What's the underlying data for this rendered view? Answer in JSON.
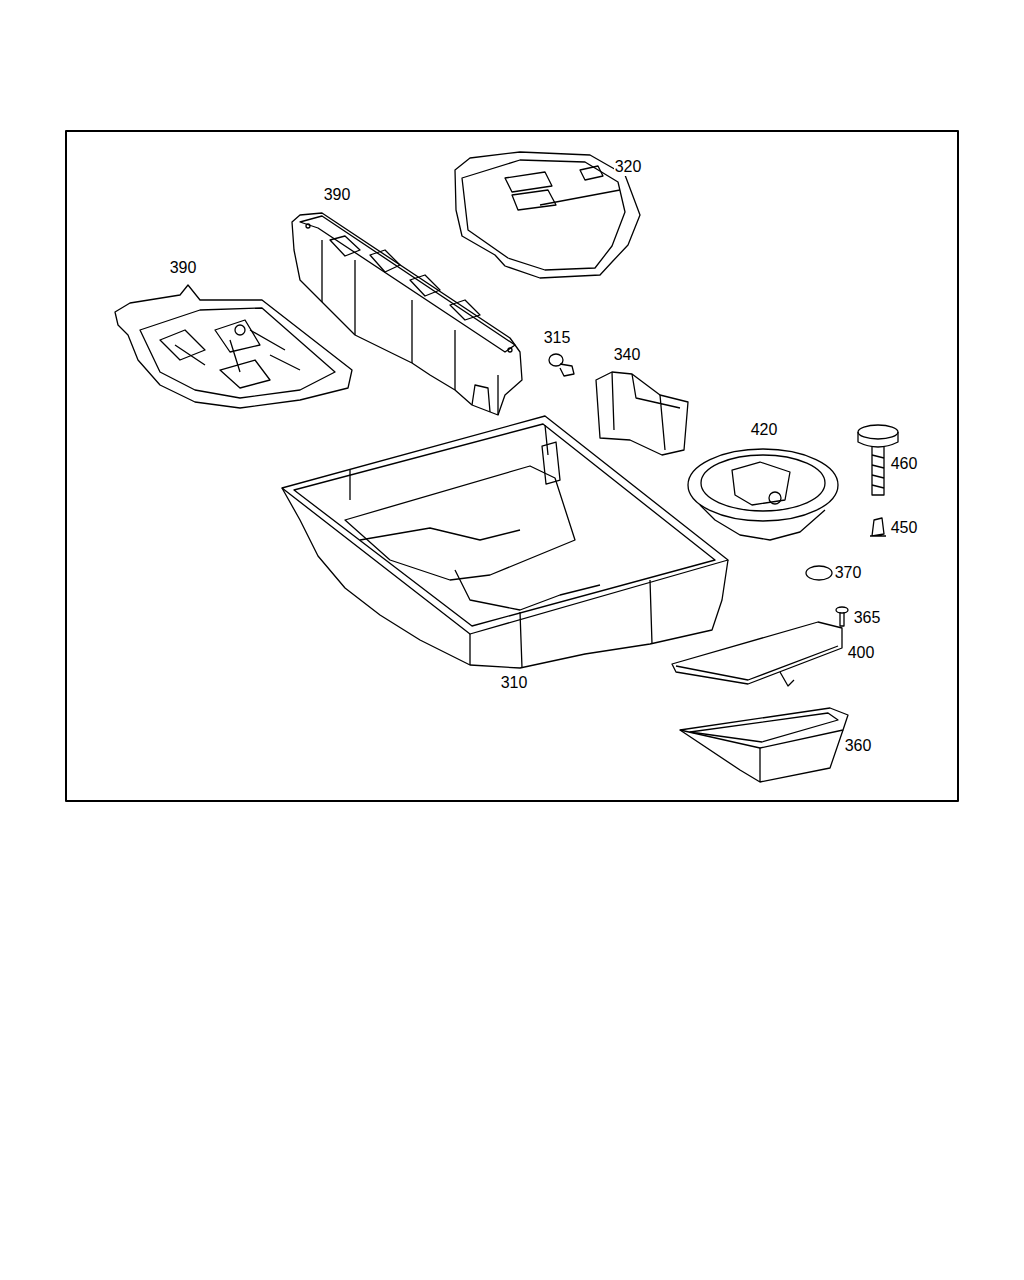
{
  "diagram": {
    "labels": [
      "320",
      "390",
      "390",
      "315",
      "340",
      "420",
      "460",
      "450",
      "370",
      "365",
      "400",
      "310",
      "360"
    ]
  }
}
